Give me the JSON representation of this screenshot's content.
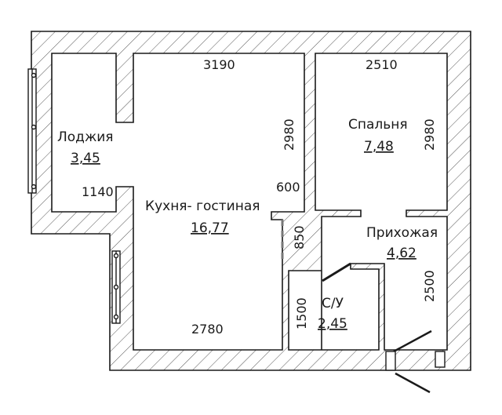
{
  "rooms": {
    "loggia": {
      "name": "Лоджия",
      "area": "3,45"
    },
    "kitchen": {
      "name": "Кухня- гостиная",
      "area": "16,77"
    },
    "bedroom": {
      "name": "Спальня",
      "area": "7,48"
    },
    "hallway": {
      "name": "Прихожая",
      "area": "4,62"
    },
    "bathroom": {
      "name": "С/У",
      "area": "2,45"
    }
  },
  "dimensions": {
    "kitchen_top": "3190",
    "bedroom_top": "2510",
    "kitchen_height": "2980",
    "bedroom_height": "2980",
    "partition": "600",
    "loggia_width": "1140",
    "opening": "850",
    "hallway_height": "2500",
    "bathroom_height": "1500",
    "kitchen_bottom": "2780"
  },
  "colors": {
    "wall_line": "#1a1a1a",
    "hatch": "#555555",
    "background": "#ffffff"
  }
}
